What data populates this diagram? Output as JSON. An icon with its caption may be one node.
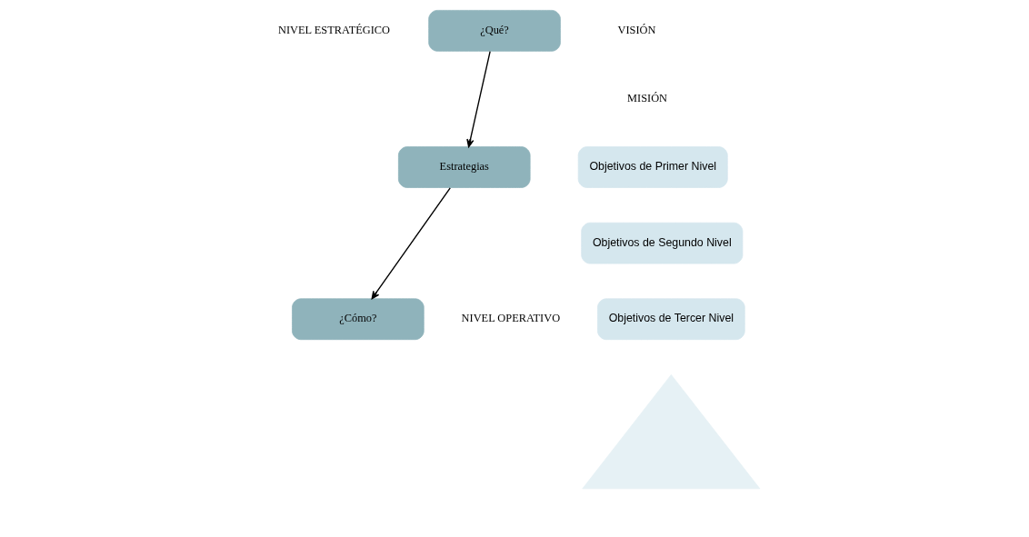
{
  "diagram": {
    "nodes": [
      {
        "text": [
          "¿Qué?"
        ]
      },
      {
        "text": [
          "Estrategias"
        ]
      },
      {
        "text": [
          "¿Cómo?"
        ]
      },
      {
        "text": [
          "Objetivos de Primer Nivel"
        ]
      },
      {
        "text": [
          "Objetivos de Segundo Nivel"
        ]
      },
      {
        "text": [
          "Objetivos de Tercer Nivel"
        ]
      },
      {
        "text": [],
        "shape": "triangle"
      }
    ],
    "edges": [
      {
        "from": 0,
        "to": 1,
        "arrow": "to"
      },
      {
        "from": 1,
        "to": 2,
        "arrow": "to"
      }
    ],
    "labels": [
      "VISIÓN",
      "MISIÓN",
      "NIVEL ESTRATÉGICO",
      "NIVEL OPERATIVO"
    ]
  }
}
